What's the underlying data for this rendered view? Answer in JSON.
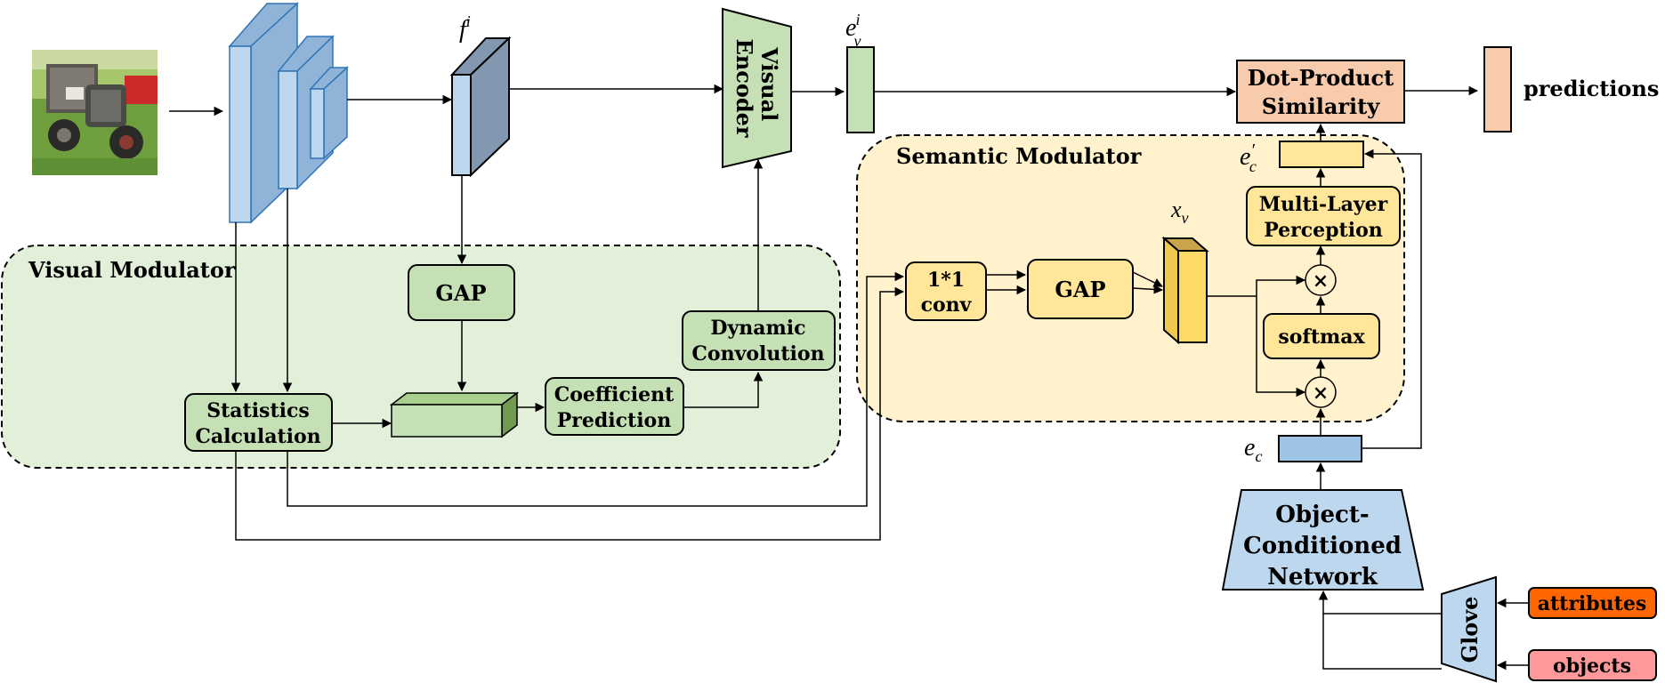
{
  "visual_modulator": {
    "title": "Visual Modulator",
    "gap": "GAP",
    "statistics": [
      "Statistics",
      "Calculation"
    ],
    "coefficient": [
      "Coefficient",
      "Prediction"
    ],
    "dynamic": [
      "Dynamic",
      "Convolution"
    ]
  },
  "visual_encoder": [
    "Visual",
    "Encoder"
  ],
  "semantic_modulator": {
    "title": "Semantic Modulator",
    "conv": [
      "1*1",
      "conv"
    ],
    "gap": "GAP",
    "softmax": "softmax",
    "mlp": [
      "Multi-Layer",
      "Perception"
    ],
    "multiply_symbol": "×"
  },
  "dot_product": [
    "Dot-Product",
    "Similarity"
  ],
  "predictions": "predictions",
  "ocn": [
    "Object-",
    "Conditioned",
    "Network"
  ],
  "glove": "Glove",
  "attributes": "attributes",
  "objects": "objects",
  "math_labels": {
    "f": "f",
    "f_sup": "i",
    "ev": "e",
    "ev_sub": "v",
    "ev_sup": "i",
    "xv": "x",
    "xv_sub": "v",
    "ec": "e",
    "ec_sub": "c",
    "ecp": "e",
    "ecp_sub": "c",
    "ecp_sup": "′"
  },
  "colors": {
    "green_region": "#e2efd9",
    "green_box": "#c5e0b4",
    "yellow_region": "#fff2cc",
    "yellow_box": "#ffe699",
    "blue": "#bdd7ee",
    "peach": "#f8cbad",
    "orange": "#ff6600",
    "pink": "#ff9999"
  }
}
